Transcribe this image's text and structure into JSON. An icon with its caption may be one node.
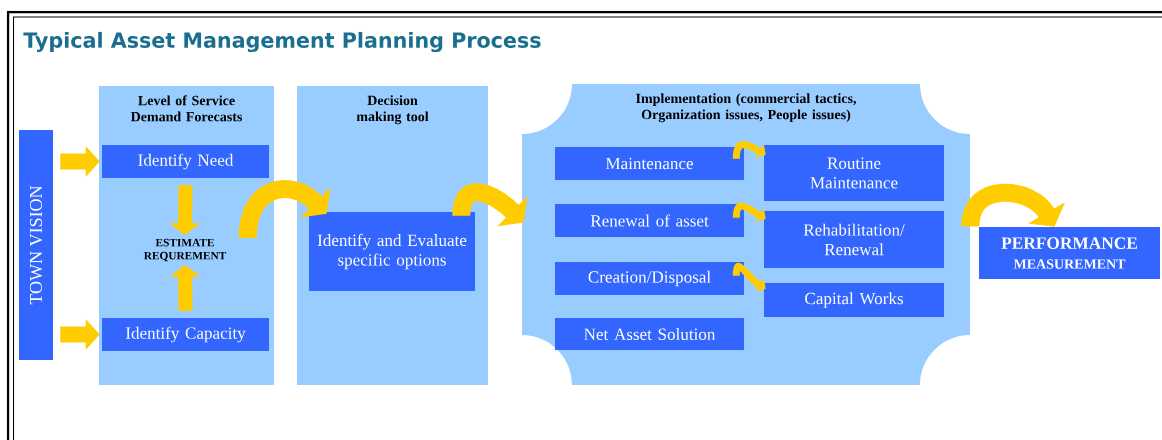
{
  "diagram": {
    "title": "Typical Asset Management Planning Process",
    "nodes": [
      {
        "text": [
          "TOWN VISION"
        ]
      },
      {
        "text": [
          "Level of Service Demand Forecasts"
        ]
      },
      {
        "text": [
          "Identify Need"
        ],
        "in": 1
      },
      {
        "text": [
          "ESTIMATE REQUREMENT"
        ],
        "in": 1
      },
      {
        "text": [
          "Identify Capacity"
        ],
        "in": 1
      },
      {
        "text": [
          "Decision making tool"
        ]
      },
      {
        "text": [
          "Identify and Evaluate specific options"
        ],
        "in": 5
      },
      {
        "text": [
          "Implementation (commercial tactics, Organization issues, People issues)"
        ]
      },
      {
        "text": [
          "Maintenance"
        ],
        "in": 7
      },
      {
        "text": [
          "Routine Maintenance"
        ],
        "in": 7
      },
      {
        "text": [
          "Renewal of asset"
        ],
        "in": 7
      },
      {
        "text": [
          "Rehabilitation/ Renewal"
        ],
        "in": 7
      },
      {
        "text": [
          "Creation/Disposal"
        ],
        "in": 7
      },
      {
        "text": [
          "Capital Works"
        ],
        "in": 7
      },
      {
        "text": [
          "Net Asset Solution"
        ],
        "in": 7
      },
      {
        "text": [
          "PERFORMANCE",
          "MEASUREMENT"
        ]
      }
    ],
    "edges": [
      {
        "from": 0,
        "to": 2,
        "arrow": "to"
      },
      {
        "from": 0,
        "to": 4,
        "arrow": "to"
      },
      {
        "from": 2,
        "to": 3,
        "arrow": "to"
      },
      {
        "from": 4,
        "to": 3,
        "arrow": "to"
      },
      {
        "from": 3,
        "to": 6,
        "arrow": "to"
      },
      {
        "from": 6,
        "to": 7,
        "arrow": "to"
      },
      {
        "from": 8,
        "to": 9,
        "arrow": "to"
      },
      {
        "from": 10,
        "to": 11,
        "arrow": "to"
      },
      {
        "from": 12,
        "to": 13,
        "arrow": "to"
      },
      {
        "from": 7,
        "to": 15,
        "arrow": "to"
      }
    ]
  }
}
